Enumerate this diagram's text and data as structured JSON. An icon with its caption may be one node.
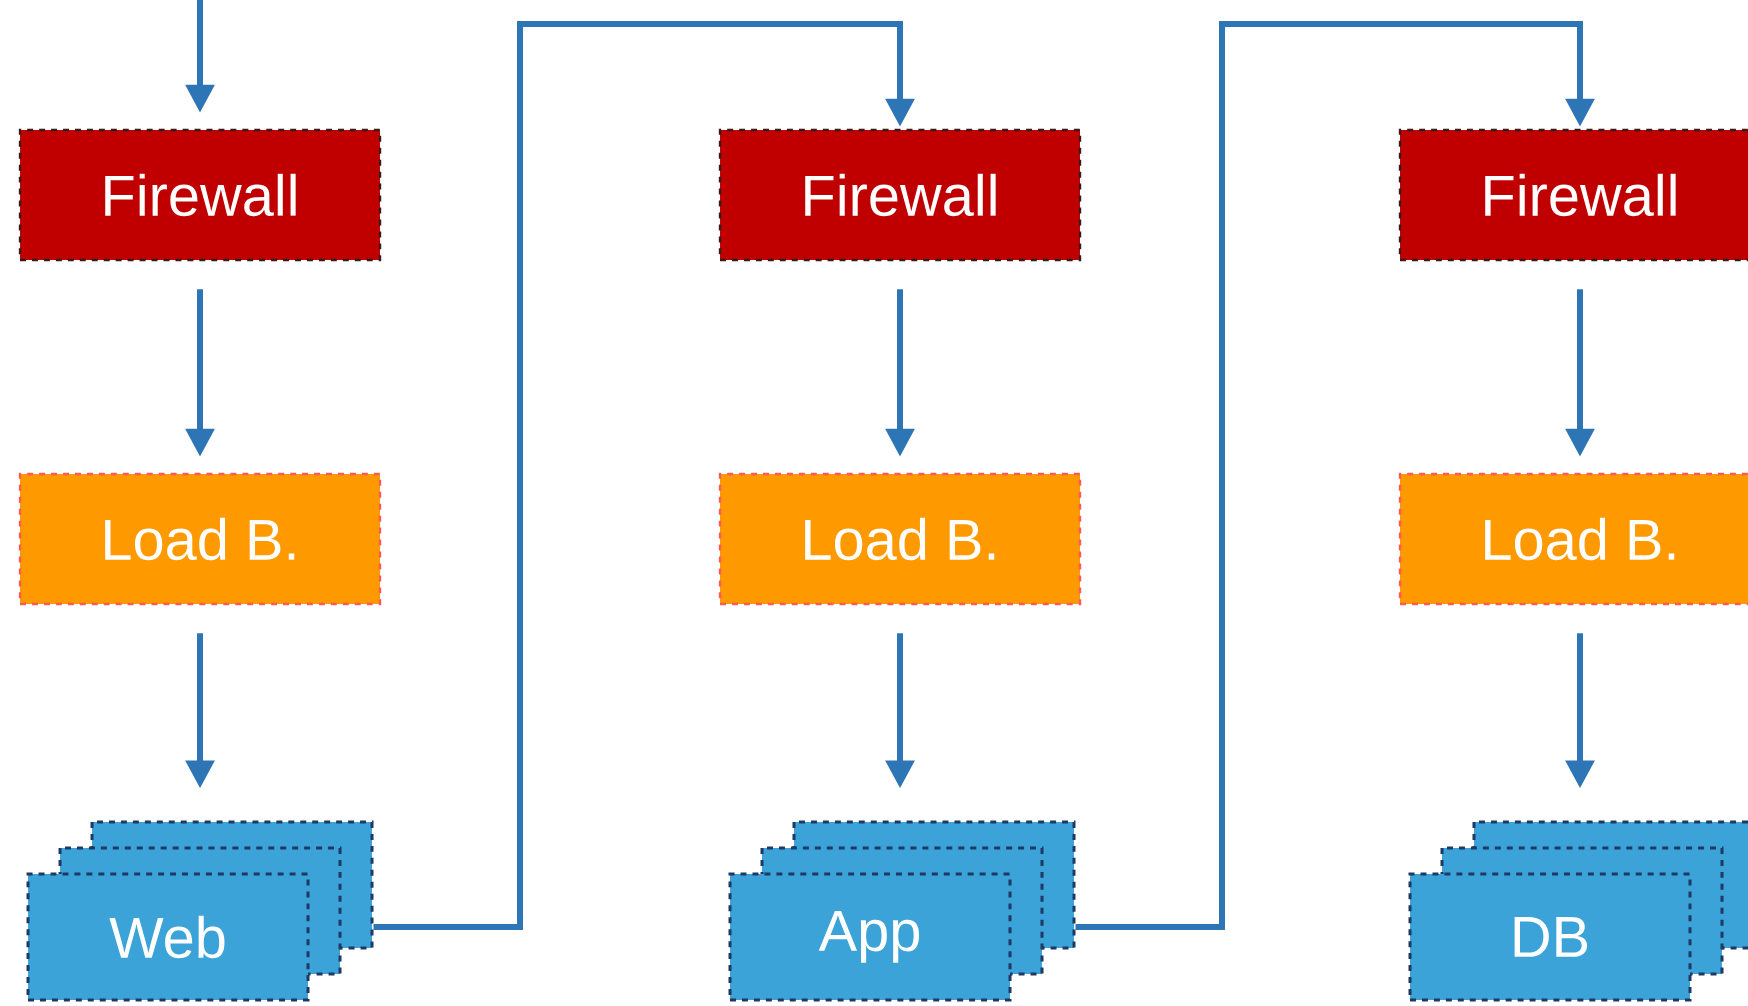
{
  "diagram": {
    "nodes": [
      {
        "text": [
          "Firewall"
        ]
      },
      {
        "text": [
          "Load B."
        ]
      },
      {
        "text": [
          "Web"
        ]
      },
      {
        "text": [
          "Firewall"
        ]
      },
      {
        "text": [
          "Load B."
        ]
      },
      {
        "text": [
          "App"
        ]
      },
      {
        "text": [
          "Firewall"
        ]
      },
      {
        "text": [
          "Load B."
        ]
      },
      {
        "text": [
          "DB"
        ]
      }
    ],
    "edges": [
      {
        "from": null,
        "to": 0,
        "arrow": "to"
      },
      {
        "from": 0,
        "to": 1,
        "arrow": "to"
      },
      {
        "from": 1,
        "to": 2,
        "arrow": "to"
      },
      {
        "from": 2,
        "to": 3,
        "arrow": "to"
      },
      {
        "from": 3,
        "to": 4,
        "arrow": "to"
      },
      {
        "from": 4,
        "to": 5,
        "arrow": "to"
      },
      {
        "from": 5,
        "to": 6,
        "arrow": "to"
      },
      {
        "from": 6,
        "to": 7,
        "arrow": "to"
      },
      {
        "from": 7,
        "to": 8,
        "arrow": "to"
      }
    ]
  }
}
